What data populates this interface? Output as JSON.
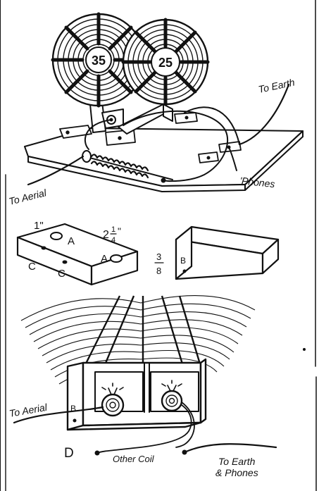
{
  "figure1": {
    "coil_left_label": "35",
    "coil_right_label": "25",
    "to_earth": "To Earth",
    "to_aerial": "To Aerial",
    "phones": "'Phones"
  },
  "figure2": {
    "dim_width": "1\"",
    "dim_length_whole": "2",
    "dim_length_num": "1",
    "dim_length_den": "4",
    "dim_length_inch": "\"",
    "dim_thickness_num": "3",
    "dim_thickness_den": "8",
    "hole_a1": "A",
    "hole_a2": "A",
    "hole_c1": "C",
    "hole_c2": "C",
    "block_label": "B"
  },
  "figure3": {
    "to_aerial": "To Aerial",
    "bracket_label": "B",
    "figure_letter": "D",
    "other_coil": "Other Coil",
    "to_earth_line1": "To Earth",
    "to_earth_line2": "& Phones"
  }
}
